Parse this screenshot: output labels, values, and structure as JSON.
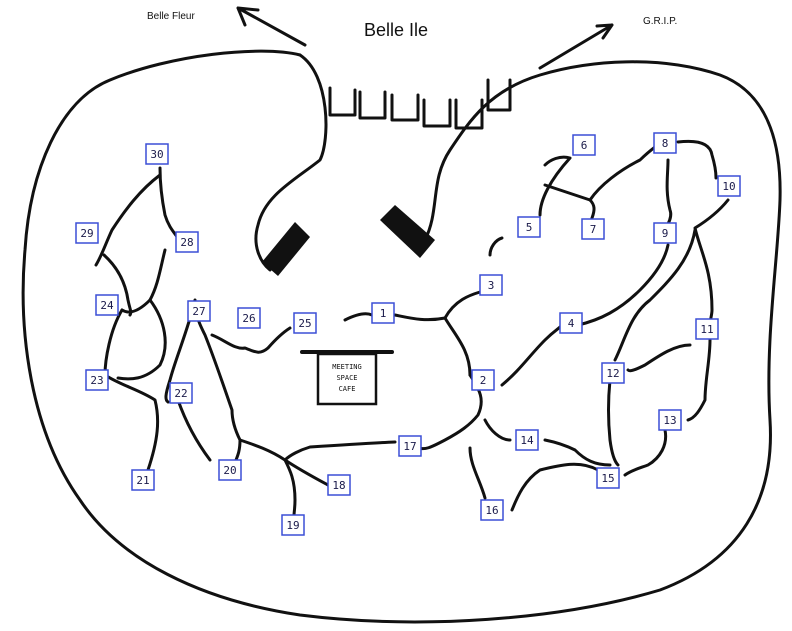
{
  "map": {
    "title": "Belle Ile",
    "left_direction": "Belle Fleur",
    "right_direction": "G.R.I.P.",
    "center_sign": [
      "MEETING",
      "SPACE",
      "CAFE"
    ],
    "sites": [
      "1",
      "2",
      "3",
      "4",
      "5",
      "6",
      "7",
      "8",
      "9",
      "10",
      "11",
      "12",
      "13",
      "14",
      "15",
      "16",
      "17",
      "18",
      "19",
      "20",
      "21",
      "22",
      "23",
      "24",
      "25",
      "26",
      "27",
      "28",
      "29",
      "30"
    ],
    "colors": {
      "ink": "#111111",
      "site_box_border": "#3b4fd6",
      "site_label": "#1a1a4a",
      "background": "#ffffff"
    }
  }
}
